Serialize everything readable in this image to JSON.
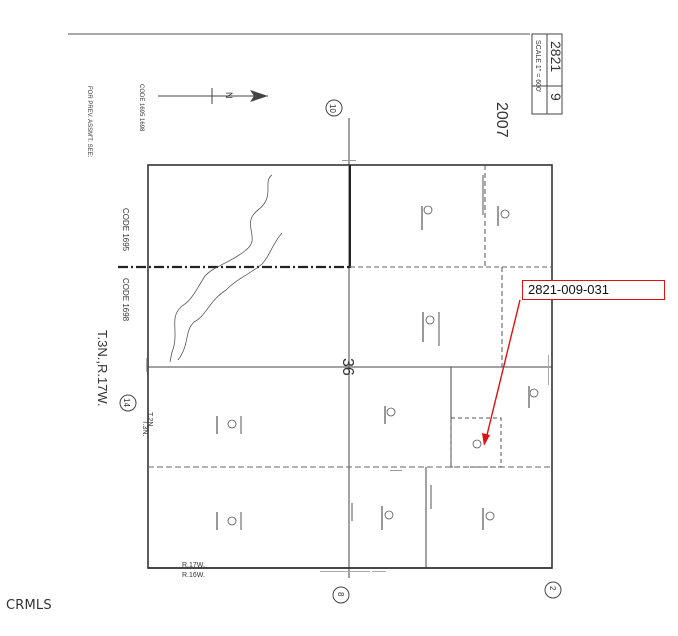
{
  "header": {
    "book_number": "2821",
    "page_number": "9",
    "scale_label": "SCALE 1\" = 600'",
    "year_stamp": "2007",
    "code_note": "CODE 1695 1698",
    "note_for_prev": "FOR PREV. ASSM'T. SEE:"
  },
  "labels": {
    "section_number": "36",
    "circle_top": "10",
    "circle_bottom": "8",
    "circle_right": "2",
    "circle_left": "14",
    "township_range": "T.3N.,R.17W.",
    "t_label": "T.3N.",
    "t2_label": "T.2N.",
    "code_left": "CODE 1695",
    "code_right": "CODE 1698",
    "range_17": "R.17W.",
    "range_16": "R.16W."
  },
  "callout": {
    "parcel_id": "2821-009-031",
    "color": "#dd1111"
  },
  "watermark": "CRMLS"
}
